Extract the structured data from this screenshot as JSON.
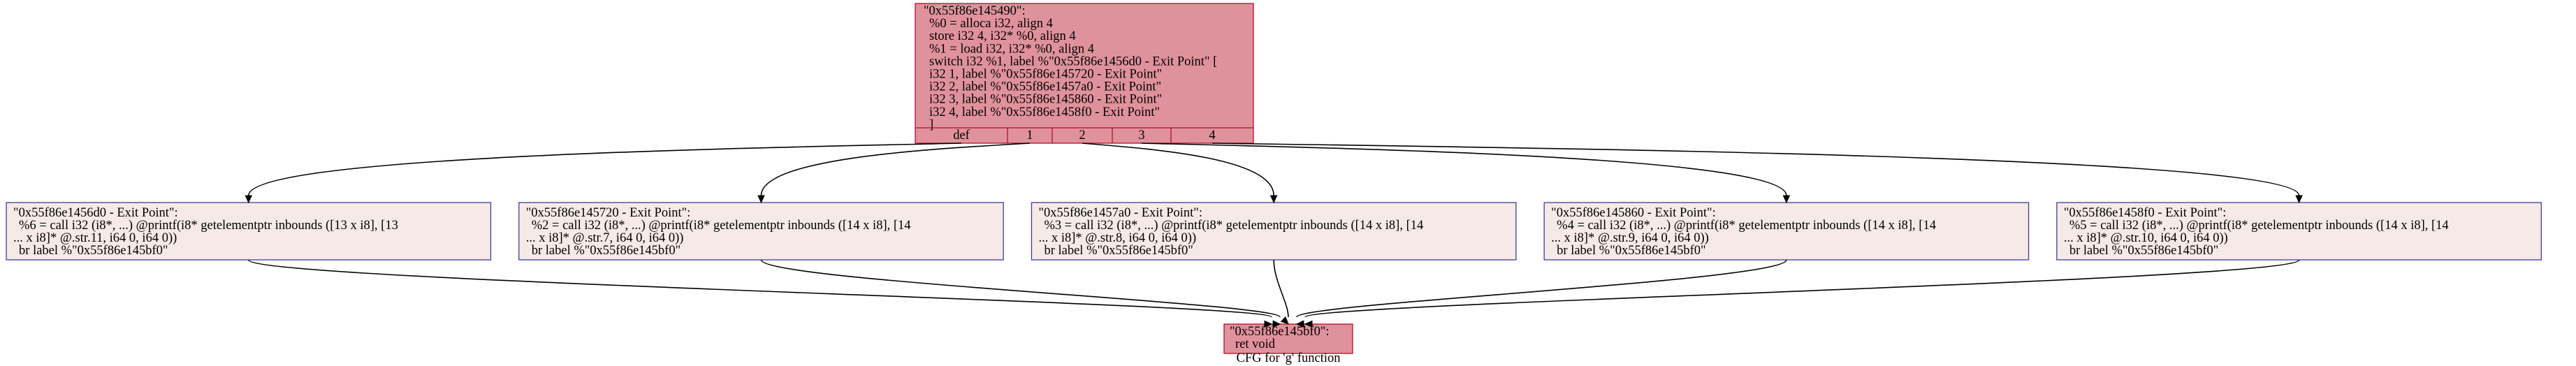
{
  "colors": {
    "hot_fill": "#e0929c",
    "hot_stroke": "#b70d28",
    "cold_fill": "#f5eae6",
    "cold_stroke": "#3d3d9c",
    "edge": "#000000"
  },
  "caption": "CFG for 'g' function",
  "entry": {
    "lines": [
      "\"0x55f86e145490\":",
      "%0 = alloca i32, align 4",
      "store i32 4, i32* %0, align 4",
      "%1 = load i32, i32* %0, align 4",
      "switch i32 %1, label %\"0x55f86e1456d0 - Exit Point\" [",
      "i32 1, label %\"0x55f86e145720 - Exit Point\"",
      "i32 2, label %\"0x55f86e1457a0 - Exit Point\"",
      "i32 3, label %\"0x55f86e145860 - Exit Point\"",
      "i32 4, label %\"0x55f86e1458f0 - Exit Point\"",
      "]"
    ],
    "ports": [
      "def",
      "1",
      "2",
      "3",
      "4"
    ]
  },
  "exits": [
    {
      "lines": [
        "\"0x55f86e1456d0 - Exit Point\":",
        "%6 = call i32 (i8*, ...) @printf(i8* getelementptr inbounds ([13 x i8], [13",
        "... x i8]* @.str.11, i64 0, i64 0))",
        "br label %\"0x55f86e145bf0\""
      ]
    },
    {
      "lines": [
        "\"0x55f86e145720 - Exit Point\":",
        "%2 = call i32 (i8*, ...) @printf(i8* getelementptr inbounds ([14 x i8], [14",
        "... x i8]* @.str.7, i64 0, i64 0))",
        "br label %\"0x55f86e145bf0\""
      ]
    },
    {
      "lines": [
        "\"0x55f86e1457a0 - Exit Point\":",
        "%3 = call i32 (i8*, ...) @printf(i8* getelementptr inbounds ([14 x i8], [14",
        "... x i8]* @.str.8, i64 0, i64 0))",
        "br label %\"0x55f86e145bf0\""
      ]
    },
    {
      "lines": [
        "\"0x55f86e145860 - Exit Point\":",
        "%4 = call i32 (i8*, ...) @printf(i8* getelementptr inbounds ([14 x i8], [14",
        "... x i8]* @.str.9, i64 0, i64 0))",
        "br label %\"0x55f86e145bf0\""
      ]
    },
    {
      "lines": [
        "\"0x55f86e1458f0 - Exit Point\":",
        "%5 = call i32 (i8*, ...) @printf(i8* getelementptr inbounds ([14 x i8], [14",
        "... x i8]* @.str.10, i64 0, i64 0))",
        "br label %\"0x55f86e145bf0\""
      ]
    }
  ],
  "final": {
    "lines": [
      "\"0x55f86e145bf0\":",
      "ret void"
    ]
  }
}
